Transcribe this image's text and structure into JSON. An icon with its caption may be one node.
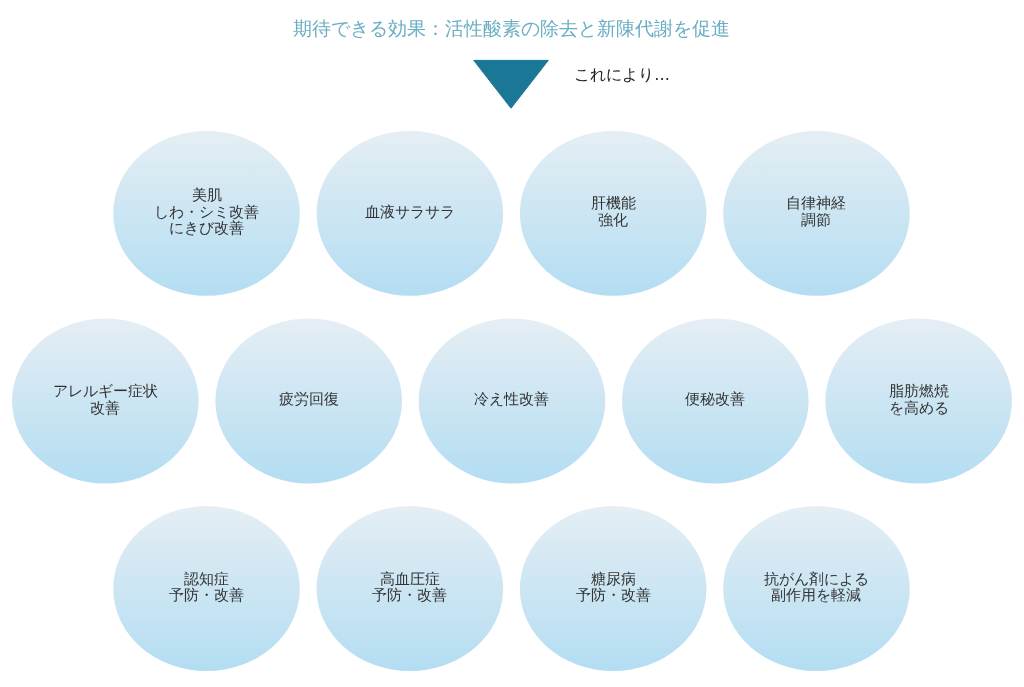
{
  "diagram": {
    "title": "期待できる効果：活性酸素の除去と新陳代謝を促進",
    "nodes": [
      {
        "text": [],
        "shape": "triangle",
        "beside": [
          "これにより…"
        ]
      },
      {
        "text": [
          "美肌",
          "しわ・シミ改善",
          "にきび改善"
        ]
      },
      {
        "text": [
          "血液サラサラ"
        ]
      },
      {
        "text": [
          "肝機能強化"
        ]
      },
      {
        "text": [
          "自律神経調節"
        ]
      },
      {
        "text": [
          "アレルギー症状改善"
        ]
      },
      {
        "text": [
          "疲労回復"
        ]
      },
      {
        "text": [
          "冷え性改善"
        ]
      },
      {
        "text": [
          "便秘改善"
        ]
      },
      {
        "text": [
          "脂肪燃焼を高める"
        ]
      },
      {
        "text": [
          "認知症予防・改善"
        ]
      },
      {
        "text": [
          "高血圧症予防・改善"
        ]
      },
      {
        "text": [
          "糖尿病予防・改善"
        ]
      },
      {
        "text": [
          "抗がん剤による副作用を軽減"
        ]
      }
    ]
  }
}
